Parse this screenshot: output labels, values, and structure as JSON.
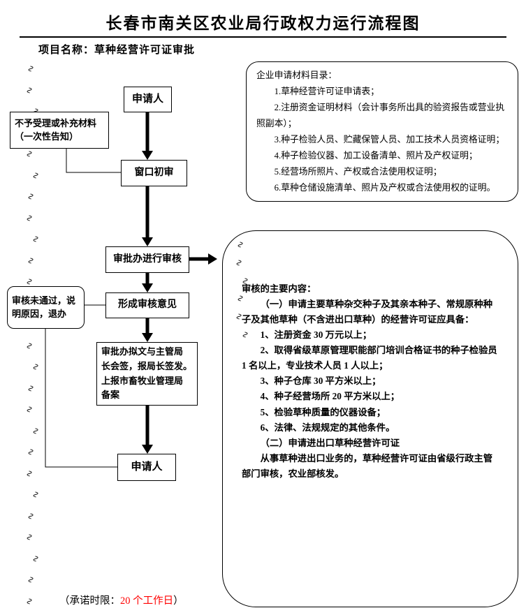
{
  "page": {
    "title": "长春市南关区农业局行政权力运行流程图",
    "project_label": "项目名称：草种经营许可证审批",
    "promise": {
      "prefix": "（承诺时限：",
      "value": "20 个工作日",
      "suffix": "）",
      "value_color": "#ff0000"
    }
  },
  "flowchart": {
    "applicant_top": "申请人",
    "reject_supplement": "不予受理或补充材料\n（一次性告知）",
    "window_review": "窗口初审",
    "approval_review": "审批办进行审核",
    "form_opinion": "形成审核意见",
    "review_failed": "审核未通过，说\n明原因，退办",
    "draft_sign": "审批办拟文与主管局\n长会签，报局长签发。\n上报市畜牧业管理局\n备案",
    "applicant_bottom": "申请人"
  },
  "materials": {
    "title": "企业申请材料目录：",
    "items": [
      "1.草种经营许可证申请表；",
      "2.注册资金证明材料（会计事务所出具的验资报告或营业执照副本）；",
      "3.种子检验人员、贮藏保管人员、加工技术人员资格证明；",
      "4.种子检验仪器、加工设备清单、照片及产权证明；",
      "5.经营场所照片、产权或合法使用权证明；",
      "6.草种仓储设施清单、照片及产权或合法使用权的证明。"
    ]
  },
  "review": {
    "title": "审核的主要内容：",
    "paragraphs": [
      "（一）申请主要草种杂交种子及其亲本种子、常规原种种子及其他草种（不含进出口草种）的经营许可证应具备：",
      "1、注册资金 30 万元以上；",
      "2、取得省级草原管理职能部门培训合格证书的种子检验员 1 名以上，专业技术人员 1 人以上；",
      "3、种子仓库 30 平方米以上；",
      "4、种子经营场所 20 平方米以上；",
      "5、检验草种质量的仪器设备；",
      "6、法律、法规规定的其他条件。",
      "（二）申请进出口草种经营许可证",
      "从事草种进出口业务的，草种经营许可证由省级行政主管部门审核，农业部核发。"
    ]
  }
}
